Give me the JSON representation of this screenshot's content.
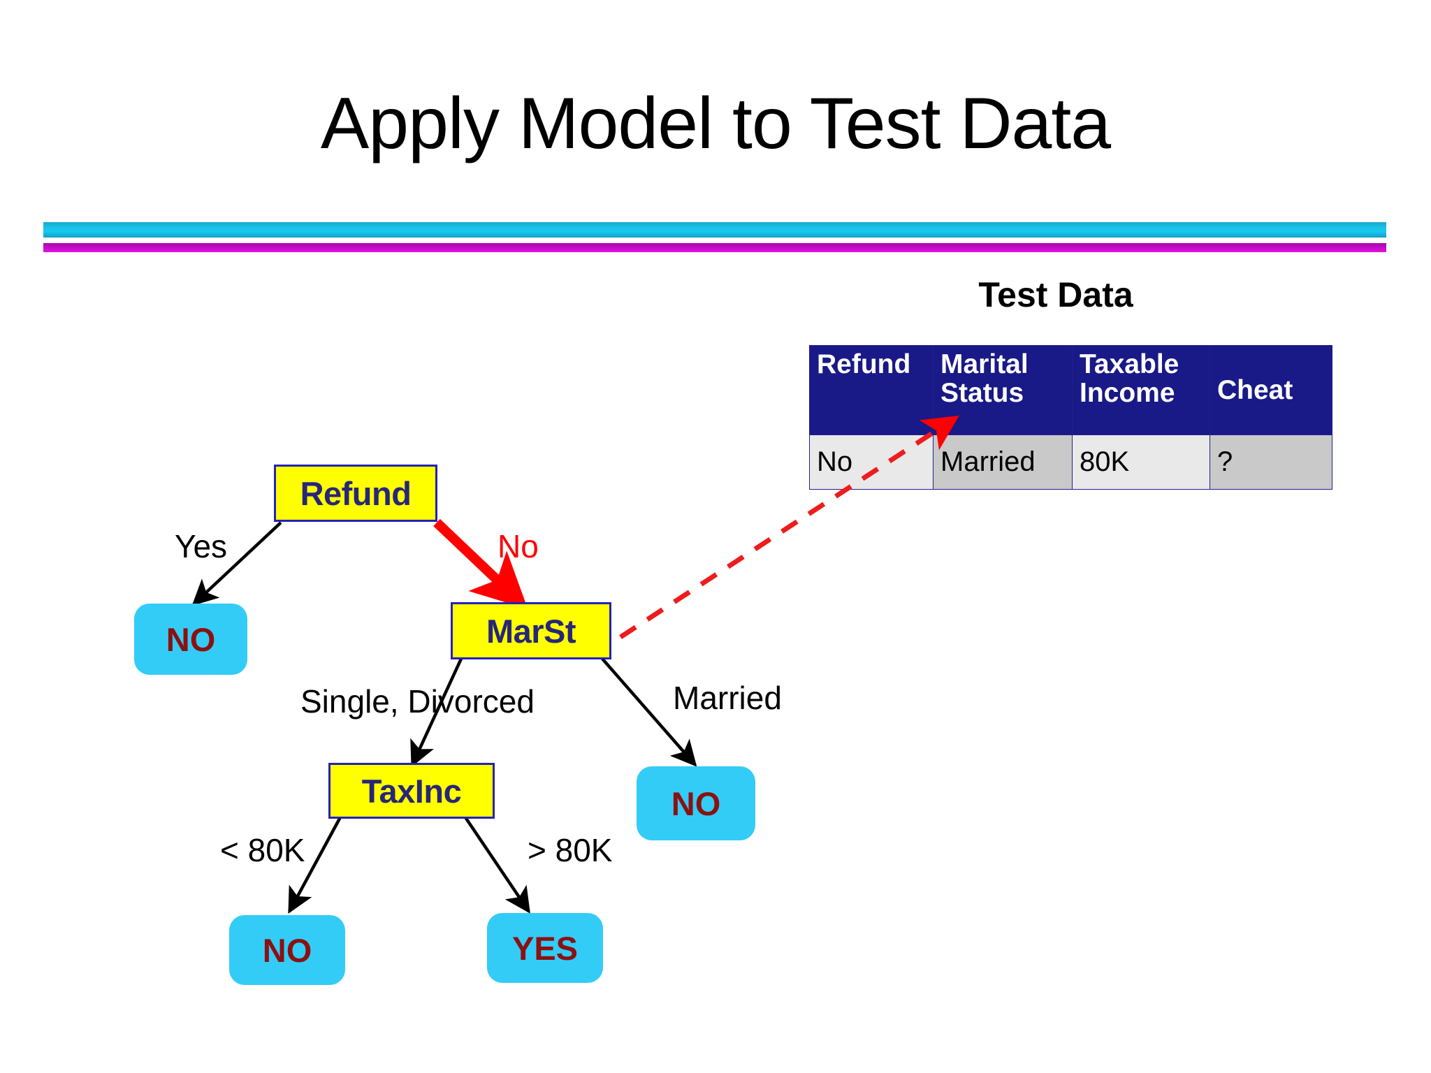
{
  "slide": {
    "title": "Apply Model to Test Data"
  },
  "divider": {
    "cyan_color": "#16c8f0",
    "magenta_color": "#c00cc4"
  },
  "test_data": {
    "heading": "Test Data",
    "columns": [
      "Refund",
      "Marital Status",
      "Taxable Income",
      "Cheat"
    ],
    "column_lines": [
      [
        "Refund"
      ],
      [
        "Marital",
        "Status"
      ],
      [
        "Taxable",
        "Income"
      ],
      [
        "Cheat"
      ]
    ],
    "rows": [
      {
        "refund": "No",
        "marital_status": "Married",
        "taxable_income": "80K",
        "cheat": "?"
      }
    ],
    "header_bg": "#191987",
    "refund_value_color": "#ff1111"
  },
  "tree": {
    "nodes": {
      "refund": "Refund",
      "marst": "MarSt",
      "taxinc": "TaxInc",
      "leaf_yes_refund": "NO",
      "leaf_married": "NO",
      "leaf_lt80k": "NO",
      "leaf_gt80k": "YES"
    },
    "edges": {
      "yes": "Yes",
      "no": "No",
      "single_divorced": "Single, Divorced",
      "married": "Married",
      "lt_80k": "< 80K",
      "gt_80k": "> 80K"
    },
    "colors": {
      "internal_node_fill": "#ffff00",
      "internal_node_border": "#2222bb",
      "internal_node_text": "#26267a",
      "leaf_fill": "#33ccf7",
      "leaf_text": "#8b1111",
      "active_path": "#ff0000"
    }
  }
}
